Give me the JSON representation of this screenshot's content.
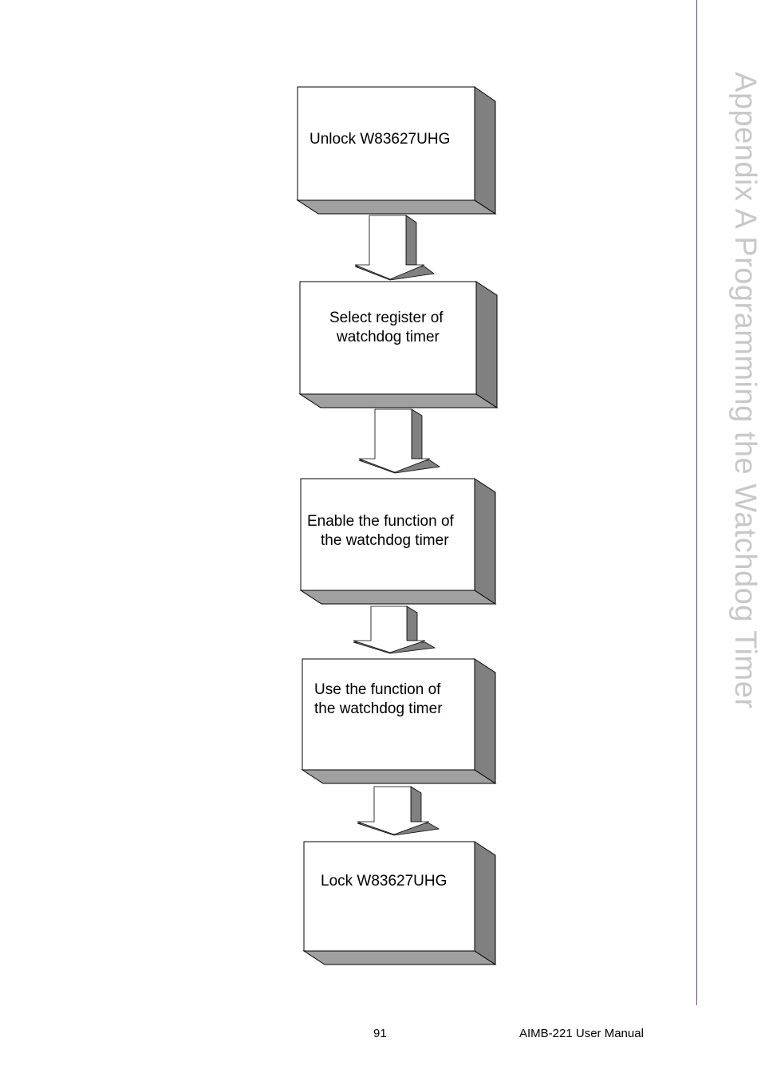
{
  "sidebar": {
    "title": "Appendix A  Programming the Watchdog Timer",
    "accent_color": "#7a3fb8"
  },
  "flowchart": {
    "steps": [
      {
        "lines": [
          "Unlock W83627UHG"
        ]
      },
      {
        "lines": [
          "Select register of",
          "watchdog timer"
        ]
      },
      {
        "lines": [
          "Enable the function of",
          "the watchdog timer"
        ]
      },
      {
        "lines": [
          "Use the function of",
          "the watchdog timer"
        ]
      },
      {
        "lines": [
          "Lock W83627UHG"
        ]
      }
    ],
    "arrow_count": 4
  },
  "footer": {
    "page_number": "91",
    "manual_name": "AIMB-221 User Manual"
  }
}
